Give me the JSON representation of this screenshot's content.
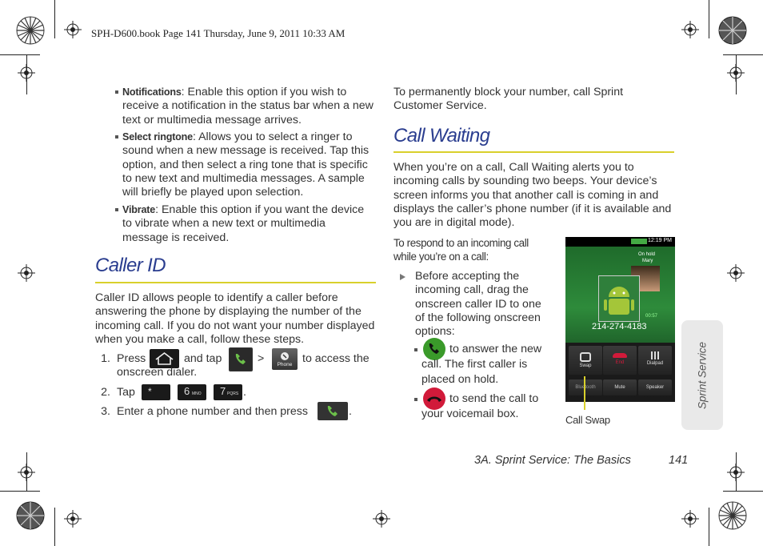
{
  "header": {
    "text": "SPH-D600.book  Page 141  Thursday, June 9, 2011  10:33 AM"
  },
  "left": {
    "bullets": [
      {
        "term": "Notifications",
        "text": ": Enable this option if you wish to receive a notification in the status bar when a new text or multimedia message arrives."
      },
      {
        "term": "Select ringtone",
        "text": ": Allows you to select a ringer to sound when a new message is received. Tap this option, and then select a ring tone that is specific to new text and multimedia messages. A sample will briefly be played upon selection."
      },
      {
        "term": "Vibrate",
        "text": ": Enable this option if you want the device to vibrate when a new text or multimedia message is received."
      }
    ],
    "caller_id_title": "Caller ID",
    "caller_id_intro": "Caller ID allows people to identify a caller before answering the phone by displaying the number of the incoming call. If you do not want your number displayed when you make a call, follow these steps.",
    "steps": [
      {
        "num": "1.",
        "a": "Press",
        "b": "and tap",
        "c": ">",
        "d": "to access the onscreen dialer.",
        "phone_key": "Phone"
      },
      {
        "num": "2.",
        "a": "Tap",
        "end": ".",
        "keys": [
          "*",
          "6",
          "MNO",
          "7",
          "PQRS"
        ]
      },
      {
        "num": "3.",
        "a": "Enter a phone number and then press",
        "end": "."
      }
    ]
  },
  "right": {
    "block_text": "To permanently block your number, call Sprint Customer Service.",
    "call_waiting_title": "Call Waiting",
    "call_waiting_intro": "When you’re on a call, Call Waiting alerts you to incoming calls by sounding two beeps. Your device’s screen informs you that another call is coming in and displays the caller’s phone number (if it is available and you are in digital mode).",
    "respond_label": "To respond to an incoming call while you’re on a call:",
    "step_text": "Before accepting the incoming call, drag the onscreen caller ID to one of the following onscreen options:",
    "options": [
      "to answer the new call. The first caller is placed on hold.",
      "to send the call to your voicemail box."
    ],
    "phone_screen": {
      "time": "12:19 PM",
      "on_hold": "On hold",
      "caller": "Mary",
      "timer": "00:57",
      "number": "214-274-4183",
      "buttons": [
        "Swap",
        "End",
        "Dialpad",
        "Bluetooth",
        "Mute",
        "Speaker"
      ]
    },
    "callout": "Call Swap"
  },
  "side_tab": "Sprint Service",
  "footer": {
    "section": "3A. Sprint Service: The Basics",
    "page": "141"
  },
  "colors": {
    "heading": "#2a3d8f",
    "rule": "#d9d02c",
    "answer_green": "#3a9a2a",
    "decline_red": "#d11a3a"
  }
}
